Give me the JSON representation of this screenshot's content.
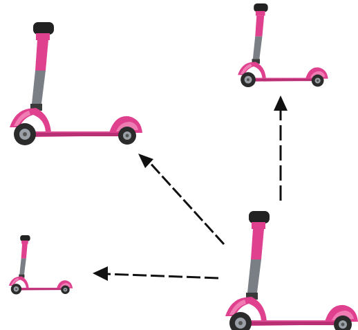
{
  "diagram": {
    "description_type": "scooter-scaling",
    "colors": {
      "body_pink": "#e0418f",
      "body_pink_light": "#f07cb4",
      "body_pink_dark": "#b82f74",
      "deck": "#d94b93",
      "wheel": "#2b2b2b",
      "hub": "#9aa0a6",
      "stem": "#7a7f85",
      "grip": "#222222",
      "arrow": "#111111",
      "arrow_gap": "#ffffff"
    },
    "scooters": [
      {
        "id": "original",
        "role": "source"
      },
      {
        "id": "top-left",
        "role": "copy"
      },
      {
        "id": "top-right",
        "role": "copy"
      },
      {
        "id": "bottom-left",
        "role": "copy"
      }
    ],
    "arrows": [
      {
        "from": "original",
        "to": "top-left"
      },
      {
        "from": "original",
        "to": "top-right"
      },
      {
        "from": "original",
        "to": "bottom-left"
      }
    ]
  }
}
